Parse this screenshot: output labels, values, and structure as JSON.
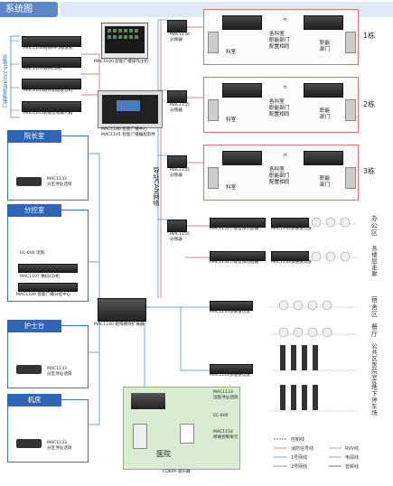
{
  "header": {
    "title": "系统图"
  },
  "devices": {
    "main_console": "MAC1100 智能广播操作主机",
    "source_mp3": "MAC1106网络MP3播放机",
    "tuner": "MAC1107数码CD机",
    "radio": "MAC1103数码调谐收音机",
    "input_box": "MAC1105前级信号输入箱",
    "center_line1": "MAC1186 智能广播中心",
    "center_line2": "MAC1101 智能广播编程软件",
    "left_vertical": "双路RS-232/485智能接口",
    "splitter1": "MAC1156\n分频器",
    "splitter2": "MAC1155\n分频器",
    "splitter3": "MAC1155\n分频器",
    "splitter4": "MAC1155\n分频器",
    "can_net": "导址CAN网络",
    "amp_office1": "MAC1152节能音频功放器",
    "amp_office2": "MAC1233多通道功放",
    "amp_hall1": "MAC1152节能音频功放器",
    "amp_hall2": "MAC1233多通道功放",
    "amp_dorm": "MAC1233多通道功放",
    "amp_garage": "MAC1233多通道功放",
    "main_amp": "MAC1160 矩阵模块扩展器"
  },
  "buildings": [
    {
      "floor": "1栋",
      "dept_left": "科室",
      "dept_mid": "各科室\n职能部门\n配置相同",
      "dept_right": "职能\n部门",
      "n": "n"
    },
    {
      "floor": "2栋",
      "dept_left": "科室",
      "dept_mid": "各科室\n职能部门\n配置相同",
      "dept_right": "职能\n部门",
      "n": "n"
    },
    {
      "floor": "3栋",
      "dept_left": "科室",
      "dept_mid": "各科室\n职能部门\n配置相同",
      "dept_right": "职能\n部门",
      "n": "n"
    }
  ],
  "left_panels": [
    {
      "title": "院长室",
      "cap": "MAC1133\n分区寻址话筒"
    },
    {
      "title": "分控室",
      "cap_mic": "EC-600 话筒",
      "cap_dev1": "MAC1107 数码CD机",
      "cap_dev2": "MAC1189 智能广播分控中心"
    },
    {
      "title": "护士台",
      "cap": "MAC1133\n分区寻址话筒"
    },
    {
      "title": "机房",
      "cap": "MAC1133\n分区寻址话筒"
    }
  ],
  "zones": [
    {
      "label": "办公区"
    },
    {
      "label": "各楼层走廊"
    },
    {
      "label": "宿舍区"
    },
    {
      "label": "餐厅"
    },
    {
      "label": "公共区医院室外"
    },
    {
      "label": "地下停车场"
    }
  ],
  "hospital": {
    "title": "医院",
    "dev1": "MAC1133\n远程寻址话筒",
    "dev2": "EC-600",
    "dev3": "MAC1154\n终端控制单元",
    "dev4": "CDKPA 吸声器"
  },
  "legend": {
    "control": "控制线",
    "fire": "消防信号线",
    "line1": "1号网线",
    "line2": "2号网线",
    "rvv": "RVV线",
    "power": "电源线",
    "audio": "音频线"
  },
  "colors": {
    "accent": "#2e66b3",
    "red_line": "#d9534f",
    "blue_line": "#3a86d0"
  }
}
